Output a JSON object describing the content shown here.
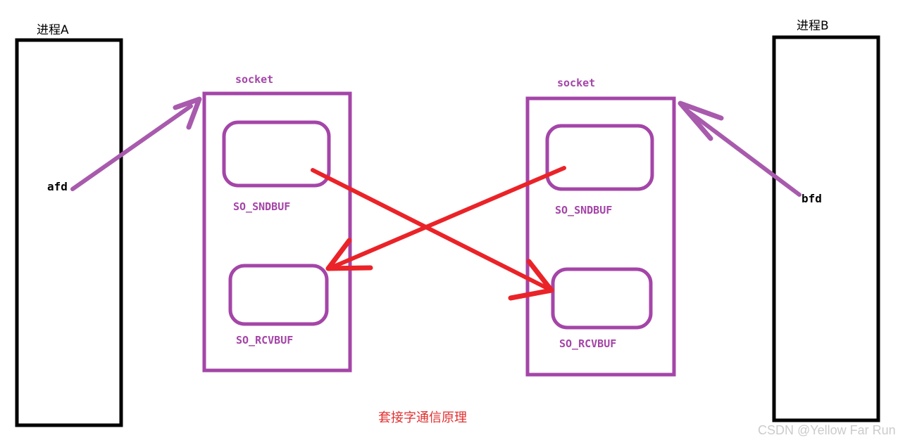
{
  "diagram": {
    "title": "套接字通信原理",
    "watermark": "CSDN @Yellow Far Run",
    "process_a": {
      "label": "进程A",
      "fd": "afd"
    },
    "process_b": {
      "label": "进程B",
      "fd": "bfd"
    },
    "socket_left": {
      "label": "socket",
      "sndbuf": "SO_SNDBUF",
      "rcvbuf": "SO_RCVBUF"
    },
    "socket_right": {
      "label": "socket",
      "sndbuf": "SO_SNDBUF",
      "rcvbuf": "SO_RCVBUF"
    },
    "colors": {
      "process_border": "#000000",
      "socket_purple": "#a445a8",
      "arrow_purple": "#a85aad",
      "arrow_red": "#ea2328",
      "title_red": "#e03030",
      "watermark_gray": "#cbcbcb"
    }
  }
}
